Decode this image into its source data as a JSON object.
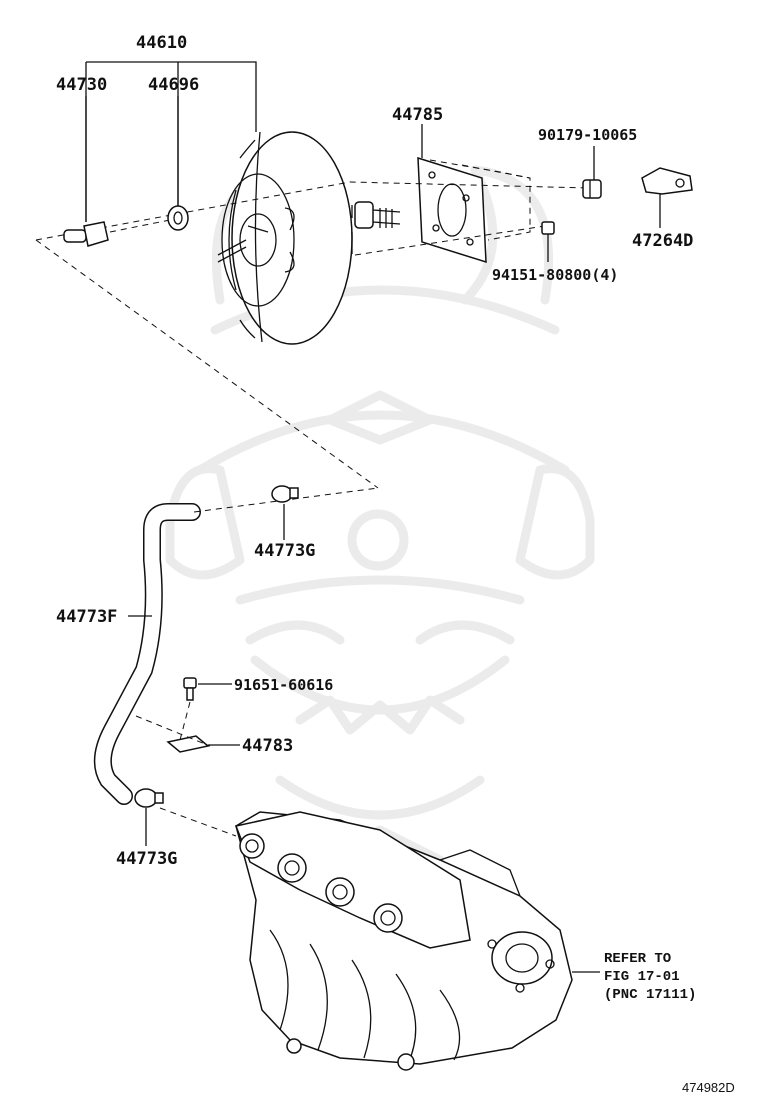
{
  "parts": {
    "booster_assy": "44610",
    "check_valve": "44730",
    "grommet": "44696",
    "gasket": "44785",
    "nut_upper": "90179-10065",
    "clevis": "47264D",
    "nut_lower": "94151-80800(4)",
    "clip_upper": "44773G",
    "hose": "44773F",
    "bolt": "91651-60616",
    "clamp": "44783",
    "clip_lower": "44773G"
  },
  "reference": {
    "line1": "REFER TO",
    "line2": "FIG 17-01",
    "line3": "(PNC 17111)"
  },
  "figure_id": "474982D",
  "icons": {
    "watermark": "samurai-helmet-watermark-icon",
    "booster": "brake-booster-icon",
    "manifold": "intake-manifold-icon"
  }
}
